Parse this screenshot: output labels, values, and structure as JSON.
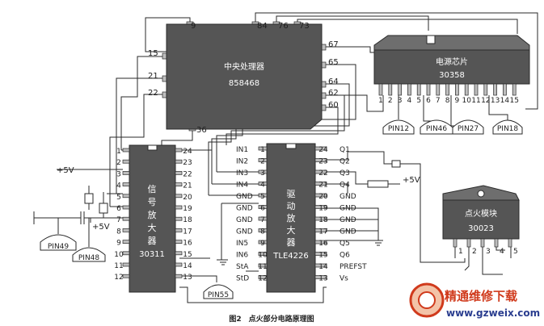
{
  "cpu": {
    "name": "中央处理器",
    "part": "858468",
    "pins_top": [
      "9",
      "84",
      "76",
      "73"
    ],
    "pins_left": [
      "15",
      "21",
      "22"
    ],
    "pins_right": [
      "67",
      "65",
      "64",
      "62",
      "60"
    ],
    "pins_bottom": [
      "36"
    ]
  },
  "power_chip": {
    "name": "电源芯片",
    "part": "30358",
    "pins": [
      "1",
      "2",
      "3",
      "4",
      "5",
      "6",
      "7",
      "8",
      "9",
      "10",
      "11",
      "12",
      "13",
      "14",
      "15"
    ]
  },
  "signal_amp": {
    "name_chars": [
      "信",
      "号",
      "放",
      "大",
      "器"
    ],
    "part": "30311",
    "pins_left": [
      "1",
      "2",
      "3",
      "4",
      "5",
      "6",
      "7",
      "8",
      "9",
      "10",
      "11",
      "12"
    ],
    "pins_right": [
      "24",
      "23",
      "22",
      "21",
      "20",
      "19",
      "18",
      "17",
      "16",
      "15",
      "14",
      "13"
    ]
  },
  "driver_amp": {
    "name_chars": [
      "驱",
      "动",
      "放",
      "大",
      "器"
    ],
    "part": "TLE4226",
    "pins_left": [
      "1",
      "2",
      "3",
      "4",
      "5",
      "6",
      "7",
      "8",
      "9",
      "10",
      "11",
      "12"
    ],
    "pins_right": [
      "24",
      "23",
      "22",
      "21",
      "20",
      "19",
      "18",
      "17",
      "16",
      "15",
      "14",
      "13"
    ],
    "labels_left": [
      "IN1",
      "IN2",
      "IN3",
      "IN4",
      "GND",
      "GND",
      "GND",
      "GND",
      "IN5",
      "IN6",
      "StA",
      "StD"
    ],
    "labels_right": [
      "Q1",
      "Q2",
      "Q3",
      "Q4",
      "GND",
      "GND",
      "GND",
      "GND",
      "Q5",
      "Q6",
      "PREFST",
      "Vs"
    ]
  },
  "ignition_module": {
    "name": "点火模块",
    "part": "30023",
    "pins": [
      "1",
      "2",
      "3",
      "4",
      "5"
    ]
  },
  "connectors": [
    "PIN12",
    "PIN46",
    "PIN27",
    "PIN18",
    "PIN49",
    "PIN48",
    "PIN55"
  ],
  "supply_labels": [
    "+5V",
    "+5V",
    "+5V"
  ],
  "caption": "图2　点火部分电路原理图",
  "watermark": {
    "title": "精通维修下载",
    "url": "www.gzweix.com"
  },
  "colors": {
    "chip_fill": "#555555",
    "watermark_red": "#d03a1c",
    "watermark_blue": "#2a3d8f"
  }
}
